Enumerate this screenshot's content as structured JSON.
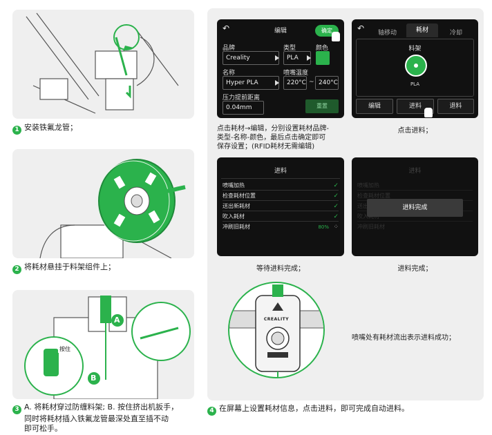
{
  "steps": {
    "step1": {
      "num": "1",
      "text": "安装铁氟龙管；"
    },
    "step2": {
      "num": "2",
      "text": "将耗材悬挂于料架组件上；"
    },
    "step3": {
      "num": "3",
      "line1": "A. 将耗材穿过防缠料架; B. 按住挤出机扳手，",
      "line2": "同时将耗材插入铁氟龙管最深处直至插不动",
      "line3": "即可松手。"
    },
    "step4": {
      "num": "4",
      "text": "在屏幕上设置耗材信息，点击进料，即可完成自动进料。"
    }
  },
  "illustration3": {
    "label_a": "A",
    "label_b": "B",
    "press_label": "按住"
  },
  "screen_edit": {
    "title": "编辑",
    "confirm": "确定",
    "brand_label": "品牌",
    "brand_value": "Creality",
    "type_label": "类型",
    "type_value": "PLA",
    "color_label": "颜色",
    "color_value": "#2bb24c",
    "name_label": "名称",
    "name_value": "Hyper PLA",
    "temp_label": "喷嘴温度",
    "temp_min": "220°C",
    "temp_sep": "~",
    "temp_max": "240°C",
    "pressure_label": "压力提前距离",
    "pressure_value": "0.04mm",
    "reset": "重置"
  },
  "caption_edit": {
    "line1": "点击耗材→编辑，分别设置耗材品牌-",
    "line2": "类型-名称-颜色，最后点击确定即可",
    "line3": "保存设置；(RFID耗材无需编辑)"
  },
  "screen_filament": {
    "tabs": [
      "轴移动",
      "耗材",
      "冷却"
    ],
    "rack_label": "料架",
    "spool_label": "PLA",
    "buttons": [
      "编辑",
      "进料",
      "退料"
    ]
  },
  "caption_filament": "点击进料；",
  "screen_progress": {
    "title": "进料",
    "rows": [
      "喷嘴加热",
      "检查耗材位置",
      "送出新耗材",
      "吹入耗材",
      "冲刷旧耗材"
    ],
    "percent": "80%"
  },
  "caption_progress": "等待进料完成；",
  "screen_done": {
    "title": "进料",
    "rows": [
      "喷嘴加热",
      "检查耗材位置",
      "送出新耗材",
      "吹入耗材",
      "冲刷旧耗材"
    ],
    "popup": "进料完成"
  },
  "caption_done": "进料完成；",
  "nozzle": {
    "brand": "CREALITY",
    "caption": "喷嘴处有耗材流出表示进料成功；"
  }
}
